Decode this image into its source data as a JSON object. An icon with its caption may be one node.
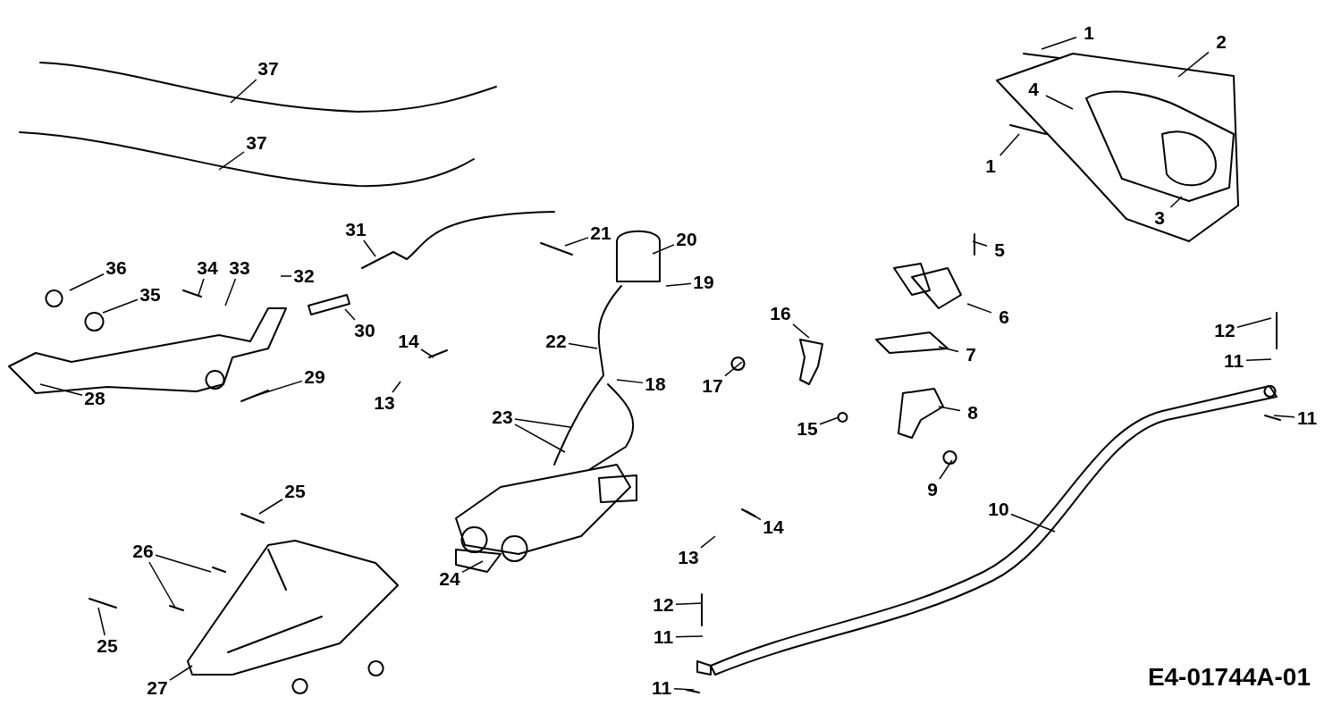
{
  "diagram": {
    "nodes": [
      {
        "text": [
          "1"
        ]
      },
      {
        "text": [
          "2"
        ]
      },
      {
        "text": [
          "37"
        ]
      },
      {
        "text": [
          "4"
        ]
      },
      {
        "text": [
          "1"
        ]
      },
      {
        "text": [
          "37"
        ]
      },
      {
        "text": [
          "3"
        ]
      },
      {
        "text": [
          "20"
        ]
      },
      {
        "text": [
          "21"
        ]
      },
      {
        "text": [
          "5"
        ]
      },
      {
        "text": [
          "31"
        ]
      },
      {
        "text": [
          "36"
        ]
      },
      {
        "text": [
          "34"
        ]
      },
      {
        "text": [
          "33"
        ]
      },
      {
        "text": [
          "32"
        ]
      },
      {
        "text": [
          "35"
        ]
      },
      {
        "text": [
          "19"
        ]
      },
      {
        "text": [
          "6"
        ]
      },
      {
        "text": [
          "30"
        ]
      },
      {
        "text": [
          "16"
        ]
      },
      {
        "text": [
          "12"
        ]
      },
      {
        "text": [
          "22"
        ]
      },
      {
        "text": [
          "14"
        ]
      },
      {
        "text": [
          "7"
        ]
      },
      {
        "text": [
          "11"
        ]
      },
      {
        "text": [
          "17"
        ]
      },
      {
        "text": [
          "18"
        ]
      },
      {
        "text": [
          "29"
        ]
      },
      {
        "text": [
          "28"
        ]
      },
      {
        "text": [
          "13"
        ]
      },
      {
        "text": [
          "15"
        ]
      },
      {
        "text": [
          "8"
        ]
      },
      {
        "text": [
          "23"
        ]
      },
      {
        "text": [
          "11"
        ]
      },
      {
        "text": [
          "9"
        ]
      },
      {
        "text": [
          "10"
        ]
      },
      {
        "text": [
          "25"
        ]
      },
      {
        "text": [
          "14"
        ]
      },
      {
        "text": [
          "26"
        ]
      },
      {
        "text": [
          "13"
        ]
      },
      {
        "text": [
          "24"
        ]
      },
      {
        "text": [
          "12"
        ]
      },
      {
        "text": [
          "25"
        ]
      },
      {
        "text": [
          "11"
        ]
      },
      {
        "text": [
          "27"
        ]
      },
      {
        "text": [
          "11"
        ]
      }
    ],
    "edges": [
      {
        "from": 0,
        "to": null,
        "arrow": "none"
      },
      {
        "from": 1,
        "to": null,
        "arrow": "none"
      },
      {
        "from": 2,
        "to": null,
        "arrow": "none"
      },
      {
        "from": 3,
        "to": null,
        "arrow": "none"
      },
      {
        "from": 4,
        "to": null,
        "arrow": "none"
      },
      {
        "from": 5,
        "to": null,
        "arrow": "none"
      },
      {
        "from": 6,
        "to": null,
        "arrow": "none"
      },
      {
        "from": 7,
        "to": null,
        "arrow": "none"
      },
      {
        "from": 8,
        "to": null,
        "arrow": "none"
      },
      {
        "from": 9,
        "to": null,
        "arrow": "none"
      },
      {
        "from": 10,
        "to": null,
        "arrow": "none"
      },
      {
        "from": 11,
        "to": null,
        "arrow": "none"
      },
      {
        "from": 12,
        "to": null,
        "arrow": "none"
      },
      {
        "from": 13,
        "to": null,
        "arrow": "none"
      },
      {
        "from": 14,
        "to": null,
        "arrow": "none"
      },
      {
        "from": 15,
        "to": null,
        "arrow": "none"
      },
      {
        "from": 16,
        "to": null,
        "arrow": "none"
      },
      {
        "from": 17,
        "to": null,
        "arrow": "none"
      },
      {
        "from": 18,
        "to": null,
        "arrow": "none"
      },
      {
        "from": 19,
        "to": null,
        "arrow": "none"
      },
      {
        "from": 20,
        "to": null,
        "arrow": "none"
      },
      {
        "from": 21,
        "to": null,
        "arrow": "none"
      },
      {
        "from": 22,
        "to": null,
        "arrow": "none"
      },
      {
        "from": 23,
        "to": null,
        "arrow": "none"
      },
      {
        "from": 24,
        "to": null,
        "arrow": "none"
      },
      {
        "from": 25,
        "to": null,
        "arrow": "none"
      },
      {
        "from": 26,
        "to": null,
        "arrow": "none"
      },
      {
        "from": 27,
        "to": null,
        "arrow": "none"
      },
      {
        "from": 28,
        "to": null,
        "arrow": "none"
      },
      {
        "from": 29,
        "to": null,
        "arrow": "none"
      },
      {
        "from": 30,
        "to": null,
        "arrow": "none"
      },
      {
        "from": 31,
        "to": null,
        "arrow": "none"
      },
      {
        "from": 32,
        "to": null,
        "arrow": "none"
      },
      {
        "from": 32,
        "to": null,
        "arrow": "none"
      },
      {
        "from": 33,
        "to": null,
        "arrow": "none"
      },
      {
        "from": 34,
        "to": null,
        "arrow": "none"
      },
      {
        "from": 35,
        "to": null,
        "arrow": "none"
      },
      {
        "from": 36,
        "to": null,
        "arrow": "none"
      },
      {
        "from": 37,
        "to": null,
        "arrow": "none"
      },
      {
        "from": 38,
        "to": null,
        "arrow": "none"
      },
      {
        "from": 38,
        "to": null,
        "arrow": "none"
      },
      {
        "from": 39,
        "to": null,
        "arrow": "none"
      },
      {
        "from": 40,
        "to": null,
        "arrow": "none"
      },
      {
        "from": 41,
        "to": null,
        "arrow": "none"
      },
      {
        "from": 42,
        "to": null,
        "arrow": "none"
      },
      {
        "from": 43,
        "to": null,
        "arrow": "none"
      },
      {
        "from": 44,
        "to": null,
        "arrow": "none"
      },
      {
        "from": 45,
        "to": null,
        "arrow": "none"
      }
    ],
    "labels": [
      "E4-01744A-01"
    ]
  }
}
